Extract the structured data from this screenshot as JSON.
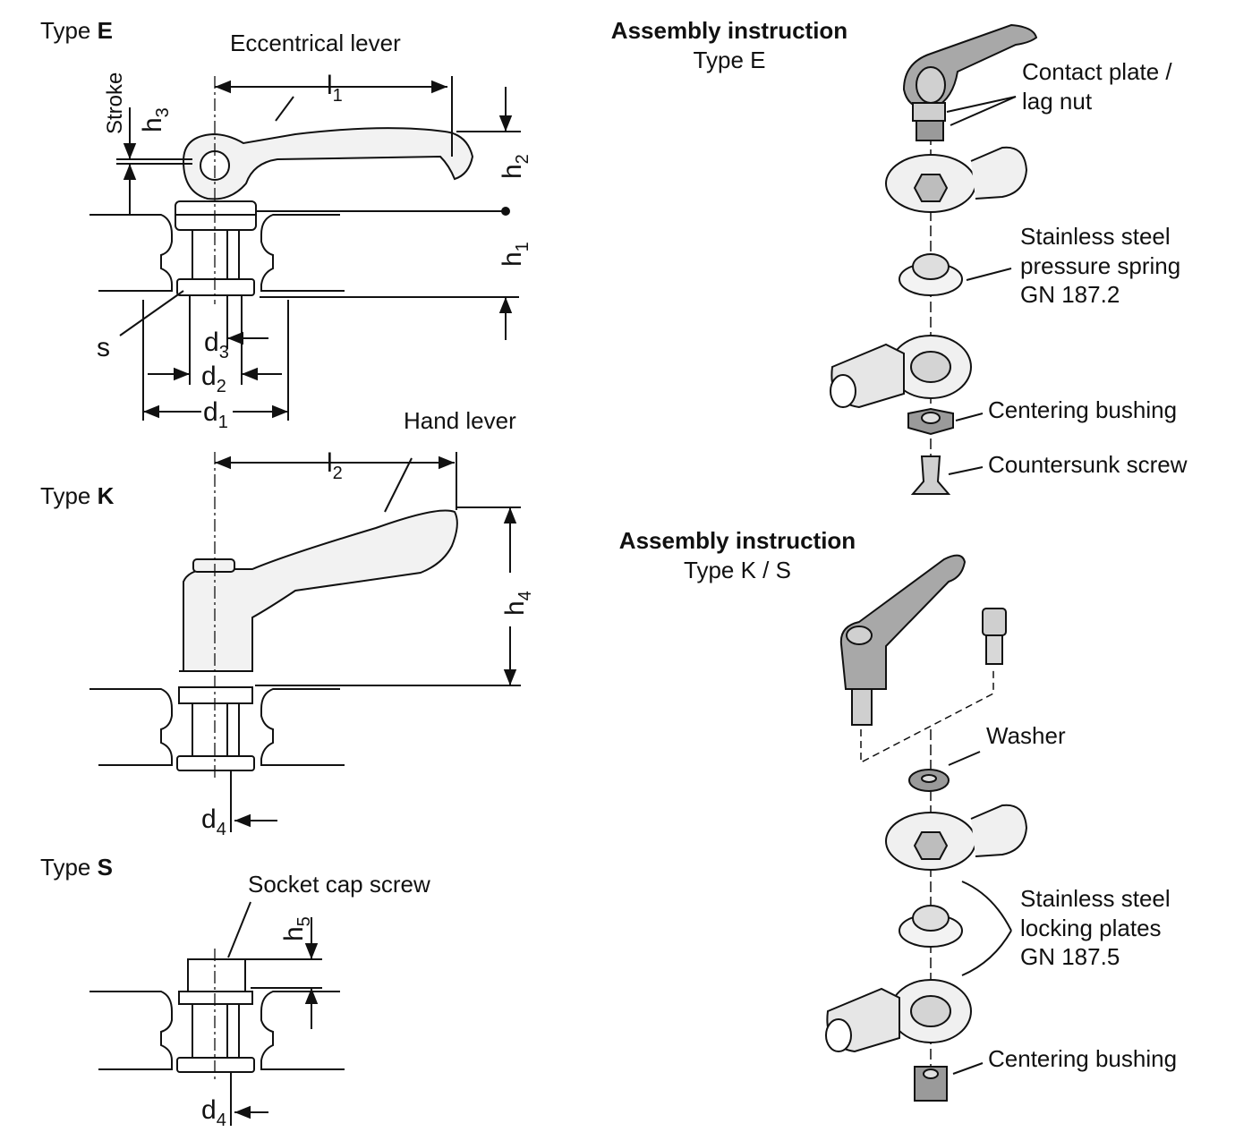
{
  "left": {
    "type_e": {
      "prefix": "Type ",
      "letter": "E"
    },
    "type_k": {
      "prefix": "Type ",
      "letter": "K"
    },
    "type_s": {
      "prefix": "Type ",
      "letter": "S"
    },
    "eccentrical_lever": "Eccentrical lever",
    "hand_lever": "Hand lever",
    "socket_cap_screw": "Socket cap screw",
    "stroke": "Stroke",
    "dims": {
      "l1": {
        "base": "l",
        "sub": "1"
      },
      "l2": {
        "base": "l",
        "sub": "2"
      },
      "h1": {
        "base": "h",
        "sub": "1"
      },
      "h2": {
        "base": "h",
        "sub": "2"
      },
      "h3": {
        "base": "h",
        "sub": "3"
      },
      "h4": {
        "base": "h",
        "sub": "4"
      },
      "h5": {
        "base": "h",
        "sub": "5"
      },
      "d1": {
        "base": "d",
        "sub": "1"
      },
      "d2": {
        "base": "d",
        "sub": "2"
      },
      "d3": {
        "base": "d",
        "sub": "3"
      },
      "d4a": {
        "base": "d",
        "sub": "4"
      },
      "d4b": {
        "base": "d",
        "sub": "4"
      },
      "s": "s"
    }
  },
  "right": {
    "assembly_e": {
      "title": "Assembly instruction",
      "subtitle": "Type E"
    },
    "assembly_ks": {
      "title": "Assembly instruction",
      "subtitle": "Type K / S"
    },
    "contact_plate": [
      "Contact plate /",
      "lag nut"
    ],
    "pressure_spring": [
      "Stainless steel",
      "pressure spring",
      "GN 187.2"
    ],
    "centering_bushing_1": "Centering bushing",
    "countersunk_screw": "Countersunk screw",
    "washer": "Washer",
    "locking_plates": [
      "Stainless steel",
      "locking plates",
      "GN 187.5"
    ],
    "centering_bushing_2": "Centering bushing"
  },
  "colors": {
    "line": "#111111",
    "part_fill": "#e6e6e6",
    "dark_fill": "#8a8a8a"
  }
}
